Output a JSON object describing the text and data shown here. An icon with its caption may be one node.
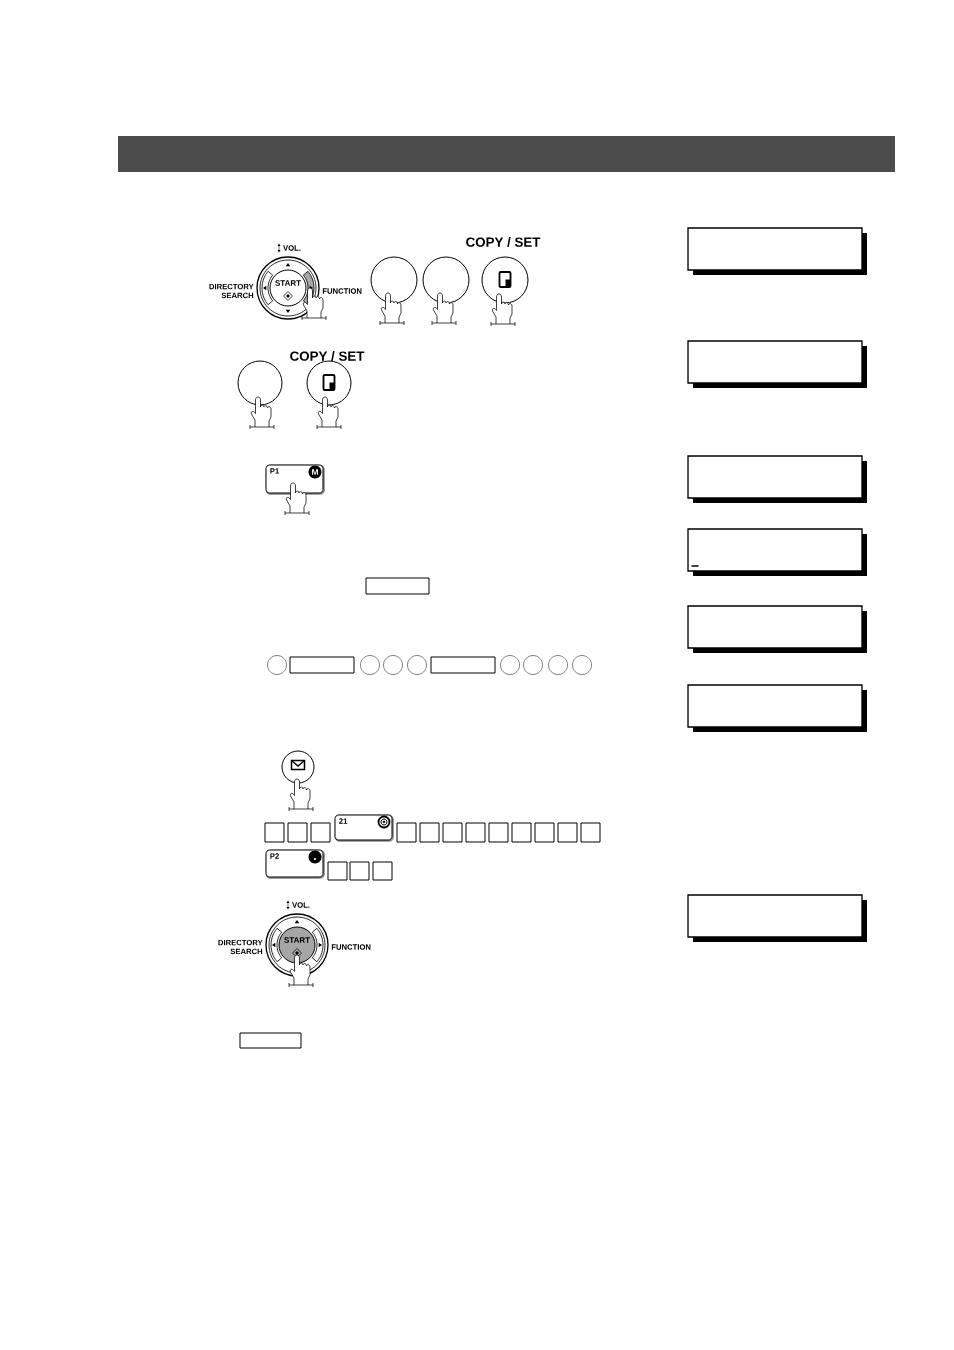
{
  "diagram": {
    "nodes": [
      {
        "text": [
          "START"
        ],
        "beside": [
          "VOL.",
          "DIRECTORY SEARCH",
          "FUNCTION"
        ]
      },
      {
        "text": [],
        "shape": "circle"
      },
      {
        "text": [],
        "shape": "circle"
      },
      {
        "text": [
          "COPY / SET"
        ]
      },
      {
        "text": [],
        "shape": "box"
      },
      {
        "text": [],
        "shape": "circle"
      },
      {
        "text": [
          "COPY / SET"
        ]
      },
      {
        "text": [],
        "shape": "box"
      },
      {
        "text": [
          "P1",
          "M"
        ]
      },
      {
        "text": [],
        "shape": "box"
      },
      {
        "text": [],
        "shape": "box"
      },
      {
        "text": [],
        "shape": "box"
      },
      {
        "text": [],
        "shape": "box"
      },
      {
        "text": [],
        "shape": "circle"
      },
      {
        "text": [],
        "shape": "box"
      },
      {
        "text": [],
        "shape": "circle"
      },
      {
        "text": [],
        "shape": "circle"
      },
      {
        "text": [],
        "shape": "circle"
      },
      {
        "text": [],
        "shape": "box"
      },
      {
        "text": [],
        "shape": "circle"
      },
      {
        "text": [],
        "shape": "circle"
      },
      {
        "text": [],
        "shape": "circle"
      },
      {
        "text": [],
        "shape": "circle"
      },
      {
        "text": [],
        "shape": "box"
      },
      {
        "text": [],
        "shape": "circle"
      },
      {
        "text": [],
        "shape": "box"
      },
      {
        "text": [],
        "shape": "box"
      },
      {
        "text": [],
        "shape": "box"
      },
      {
        "text": [
          "21"
        ]
      },
      {
        "text": [],
        "shape": "box"
      },
      {
        "text": [],
        "shape": "box"
      },
      {
        "text": [],
        "shape": "box"
      },
      {
        "text": [],
        "shape": "box"
      },
      {
        "text": [],
        "shape": "box"
      },
      {
        "text": [],
        "shape": "box"
      },
      {
        "text": [],
        "shape": "box"
      },
      {
        "text": [],
        "shape": "box"
      },
      {
        "text": [],
        "shape": "box"
      },
      {
        "text": [
          "P2"
        ]
      },
      {
        "text": [],
        "shape": "box"
      },
      {
        "text": [],
        "shape": "box"
      },
      {
        "text": [],
        "shape": "box"
      },
      {
        "text": [],
        "shape": "box"
      },
      {
        "text": [
          "START"
        ],
        "beside": [
          "VOL.",
          "DIRECTORY SEARCH",
          "FUNCTION"
        ]
      },
      {
        "text": [],
        "shape": "box"
      }
    ]
  }
}
